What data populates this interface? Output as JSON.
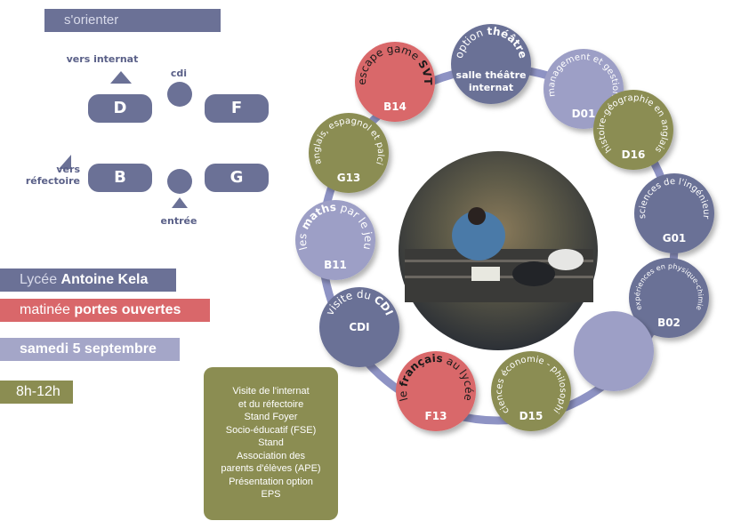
{
  "orient": {
    "title": "s'orienter",
    "vers_internat": "vers internat",
    "cdi": "cdi",
    "vers_refectoire": "vers réfectoire",
    "entree": "entrée",
    "rooms": [
      "D",
      "F",
      "B",
      "G"
    ]
  },
  "school": {
    "prefix": "Lycée ",
    "name": "Antoine Kela"
  },
  "event": {
    "prefix": "matinée ",
    "name": "portes ouvertes"
  },
  "date": "samedi 5 septembre",
  "hours": "8h-12h",
  "info_lines": [
    "Visite de l'internat",
    "et du réfectoire",
    "Stand Foyer",
    "Socio-éducatif (FSE)",
    "Stand",
    "Association des",
    "parents d'élèves (APE)",
    "Présentation option",
    "EPS"
  ],
  "colors": {
    "slate": "#6b7196",
    "lavender": "#9d9fc6",
    "olive": "#8b8d52",
    "red": "#d9676a",
    "ring": "#8e93c4"
  },
  "stations": [
    {
      "code": "B14",
      "color": "red",
      "arc": [
        {
          "t": "escape game ",
          "b": false
        },
        {
          "t": "SVT",
          "b": true
        }
      ],
      "dark": true
    },
    {
      "code": "salle théâtre internat",
      "color": "slate",
      "arc": [
        {
          "t": "option ",
          "b": false
        },
        {
          "t": "théâtre",
          "b": true
        }
      ]
    },
    {
      "code": "D01",
      "color": "lavender",
      "arc": [
        {
          "t": "management et gestion",
          "b": false
        }
      ]
    },
    {
      "code": "D16",
      "color": "olive",
      "arc": [
        {
          "t": "histoire-géographie en anglais",
          "b": false
        }
      ]
    },
    {
      "code": "G01",
      "color": "slate",
      "arc": [
        {
          "t": "sciences de l'ingénieur",
          "b": false
        }
      ]
    },
    {
      "code": "B02",
      "color": "slate",
      "arc": [
        {
          "t": "expériences en physique-chimie",
          "b": false
        }
      ],
      "small": true
    },
    {
      "code": "",
      "color": "lavender",
      "arc": []
    },
    {
      "code": "D15",
      "color": "olive",
      "arc": [
        {
          "t": "sciences économie - philosophie",
          "b": false
        }
      ]
    },
    {
      "code": "F13",
      "color": "red",
      "arc": [
        {
          "t": "le ",
          "b": false
        },
        {
          "t": "français",
          "b": true
        },
        {
          "t": " au lycée",
          "b": false
        }
      ],
      "dark": true
    },
    {
      "code": "CDI",
      "color": "slate",
      "arc": [
        {
          "t": "visite du ",
          "b": false
        },
        {
          "t": "CDI",
          "b": true
        }
      ]
    },
    {
      "code": "B11",
      "color": "lavender",
      "arc": [
        {
          "t": "les ",
          "b": false
        },
        {
          "t": "maths",
          "b": true
        },
        {
          "t": " par le jeu",
          "b": false
        }
      ]
    },
    {
      "code": "G13",
      "color": "olive",
      "arc": [
        {
          "t": "anglais, espagnol et palci",
          "b": false
        }
      ]
    }
  ]
}
